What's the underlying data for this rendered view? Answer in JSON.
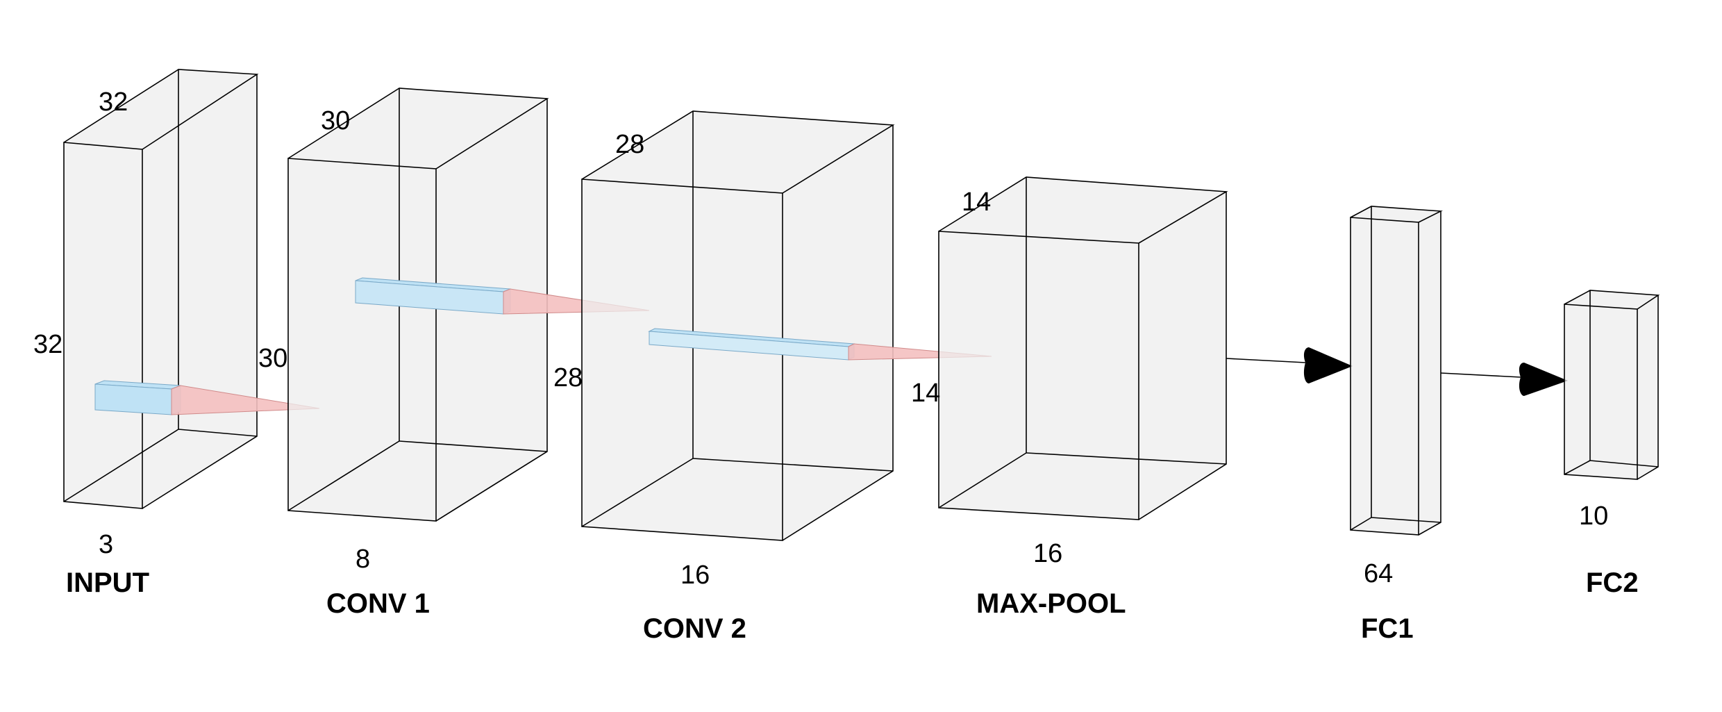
{
  "layers": [
    {
      "name": "INPUT",
      "height": "32",
      "width": "32",
      "depth": "3"
    },
    {
      "name": "CONV 1",
      "height": "30",
      "width": "30",
      "depth": "8"
    },
    {
      "name": "CONV 2",
      "height": "28",
      "width": "28",
      "depth": "16"
    },
    {
      "name": "MAX-POOL",
      "height": "14",
      "width": "14",
      "depth": "16"
    },
    {
      "name": "FC1",
      "depth": "64"
    },
    {
      "name": "FC2",
      "depth": "10"
    }
  ],
  "colors": {
    "kernel_blue": "#bfe2f5",
    "kernel_red": "#f4c0c0",
    "block_face": "#eeeeee",
    "edge": "#000000"
  }
}
